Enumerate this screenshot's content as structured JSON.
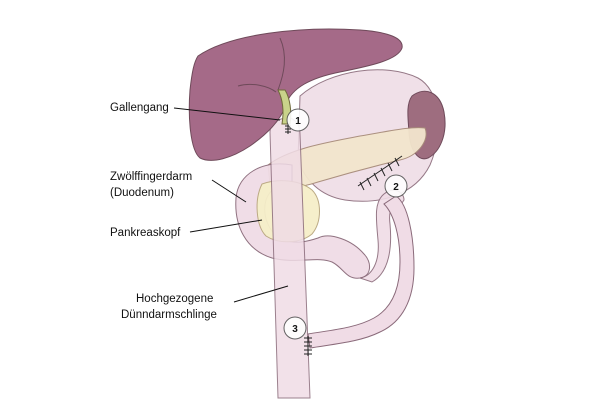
{
  "labels": {
    "bile_duct": "Gallengang",
    "duodenum_line1": "Zwölffingerdarm",
    "duodenum_line2": "(Duodenum)",
    "pancreas_head": "Pankreaskopf",
    "jejunum_line1": "Hochgezogene",
    "jejunum_line2": "Dünndarmschlinge"
  },
  "anastomoses": [
    {
      "number": "1"
    },
    {
      "number": "2"
    },
    {
      "number": "3"
    }
  ],
  "colors": {
    "liver": "#a56a88",
    "liver_dark": "#8e5574",
    "stomach": "#efdde6",
    "pancreas": "#f3e6cd",
    "pancreas_head": "#f6efc9",
    "spleen": "#9e6d7f",
    "intestine": "#f0dce6",
    "outline": "#8a6a7a",
    "bile_duct": "#c9d38a"
  }
}
